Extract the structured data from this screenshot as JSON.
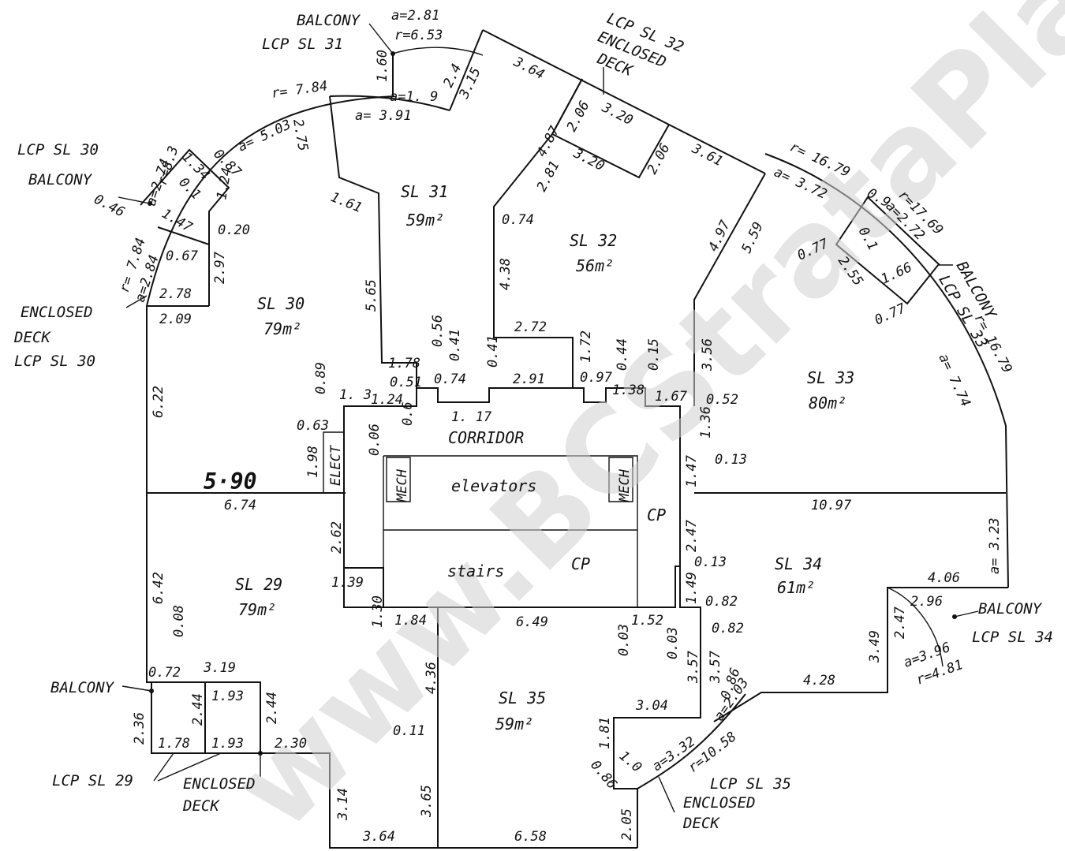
{
  "watermark": "www.BCStrataPlans.com",
  "rooms": [
    {
      "id": "sl30",
      "name": "SL 30",
      "area": "79m²"
    },
    {
      "id": "sl31",
      "name": "SL 31",
      "area": "59m²"
    },
    {
      "id": "sl32",
      "name": "SL 32",
      "area": "56m²"
    },
    {
      "id": "sl33",
      "name": "SL 33",
      "area": "80m²"
    },
    {
      "id": "sl29",
      "name": "SL 29",
      "area": "79m²"
    },
    {
      "id": "sl34",
      "name": "SL 34",
      "area": "61m²"
    },
    {
      "id": "sl35",
      "name": "SL 35",
      "area": "59m²"
    }
  ],
  "common": {
    "corridor": "CORRIDOR",
    "elevators": "elevators",
    "stairs": "stairs",
    "mech": "MECH",
    "elect": "ELECT",
    "cp": "CP"
  },
  "handwritten": "5·90",
  "callouts": {
    "balcony": "BALCONY",
    "enclosed": "ENCLOSED",
    "deck": "DECK",
    "lcp30": "LCP SL 30",
    "lcp31": "LCP SL 31",
    "lcp32": "LCP SL 32",
    "lcp33": "LCP SL 33",
    "lcp34": "LCP SL 34",
    "lcp29": "LCP SL 29",
    "lcp35": "LCP SL 35"
  },
  "arcs": {
    "a281": "a=2.81",
    "r653": "r=6.53",
    "r784top": "r= 7.84",
    "a503": "a= 5.03",
    "a274": "a=2.74",
    "r83": "r=8.3",
    "r784left": "r= 7.84",
    "a284": "a=2.84",
    "a19": "a=1. 9",
    "a391": "a= 3.91",
    "r1679a": "r= 16.79",
    "a372": "a= 3.72",
    "r1769": "r=17.69",
    "a272": "a=2.72",
    "r1679b": "r= 16.79",
    "a774": "a= 7.74",
    "a323": "a= 3.23",
    "a396": "a=3.96",
    "r481": "r=4.81",
    "a332": "a=3.32",
    "r1058": "r=10.58",
    "a203": "a=2.03"
  },
  "dims": {
    "d160": "1.60",
    "d24": "2.4",
    "d315": "3.15",
    "d364": "3.64",
    "d206a": "2.06",
    "d320a": "3.20",
    "d487": "4.87",
    "d281": "2.81",
    "d320b": "3.20",
    "d206b": "2.06",
    "d361": "3.61",
    "d275": "2.75",
    "d161": "1.61",
    "d087": "0.87",
    "d134": "1.34",
    "d01": "0.1",
    "d124": "1.24",
    "d046": "0.46",
    "d147": "1.47",
    "d020": "0.20",
    "d067": "0.67",
    "d297": "2.97",
    "d278": "2.78",
    "d209": "2.09",
    "d565": "5.65",
    "d074": "0.74",
    "d438": "4.38",
    "d272": "2.72",
    "d172": "1.72",
    "d044": "0.44",
    "d015": "0.15",
    "d356": "3.56",
    "d497": "4.97",
    "d559": "5.59",
    "d09": "0.9",
    "d077a": "0.77",
    "d01b": "0.1",
    "d255": "2.55",
    "d166": "1.66",
    "d077b": "0.77",
    "d056": "0.56",
    "d041a": "0.41",
    "d041b": "0.41",
    "d178": "1.78",
    "d051": "0.51",
    "d074b": "0.74",
    "d291": "2.91",
    "d097": "0.97",
    "d138": "1.38",
    "d167": "1.67",
    "d052": "0.52",
    "d136": "1.36",
    "d089": "0.89",
    "d13": "1. 3",
    "d124b": "1.24",
    "d117": "1. 17",
    "d063": "0.63",
    "d006": "0.06",
    "d06": "0.6",
    "d622": "6.22",
    "d198": "1.98",
    "d674": "6.74",
    "d147b": "1.47",
    "d013a": "0.13",
    "d1097": "10.97",
    "d262": "2.62",
    "d247a": "2.47",
    "d013b": "0.13",
    "d642": "6.42",
    "d139": "1.39",
    "d130": "1.30",
    "d149": "1.49",
    "d082a": "0.82",
    "d082b": "0.82",
    "d184": "1.84",
    "d649": "6.49",
    "d003a": "0.03",
    "d152": "1.52",
    "d003b": "0.03",
    "d357a": "3.57",
    "d357b": "3.57",
    "d086a": "0.86",
    "d008": "0.08",
    "d436": "4.36",
    "d072": "0.72",
    "d319": "3.19",
    "d236": "2.36",
    "d244a": "2.44",
    "d193a": "1.93",
    "d244b": "2.44",
    "d178b": "1.78",
    "d193b": "1.93",
    "d230": "2.30",
    "d011": "0.11",
    "d304": "3.04",
    "d181": "1.81",
    "d10": "1.0",
    "d086b": "0.86",
    "d428": "4.28",
    "d349": "3.49",
    "d247b": "2.47",
    "d296": "2.96",
    "d406": "4.06",
    "d314": "3.14",
    "d365": "3.65",
    "d364b": "3.64",
    "d658": "6.58",
    "d205": "2.05"
  }
}
